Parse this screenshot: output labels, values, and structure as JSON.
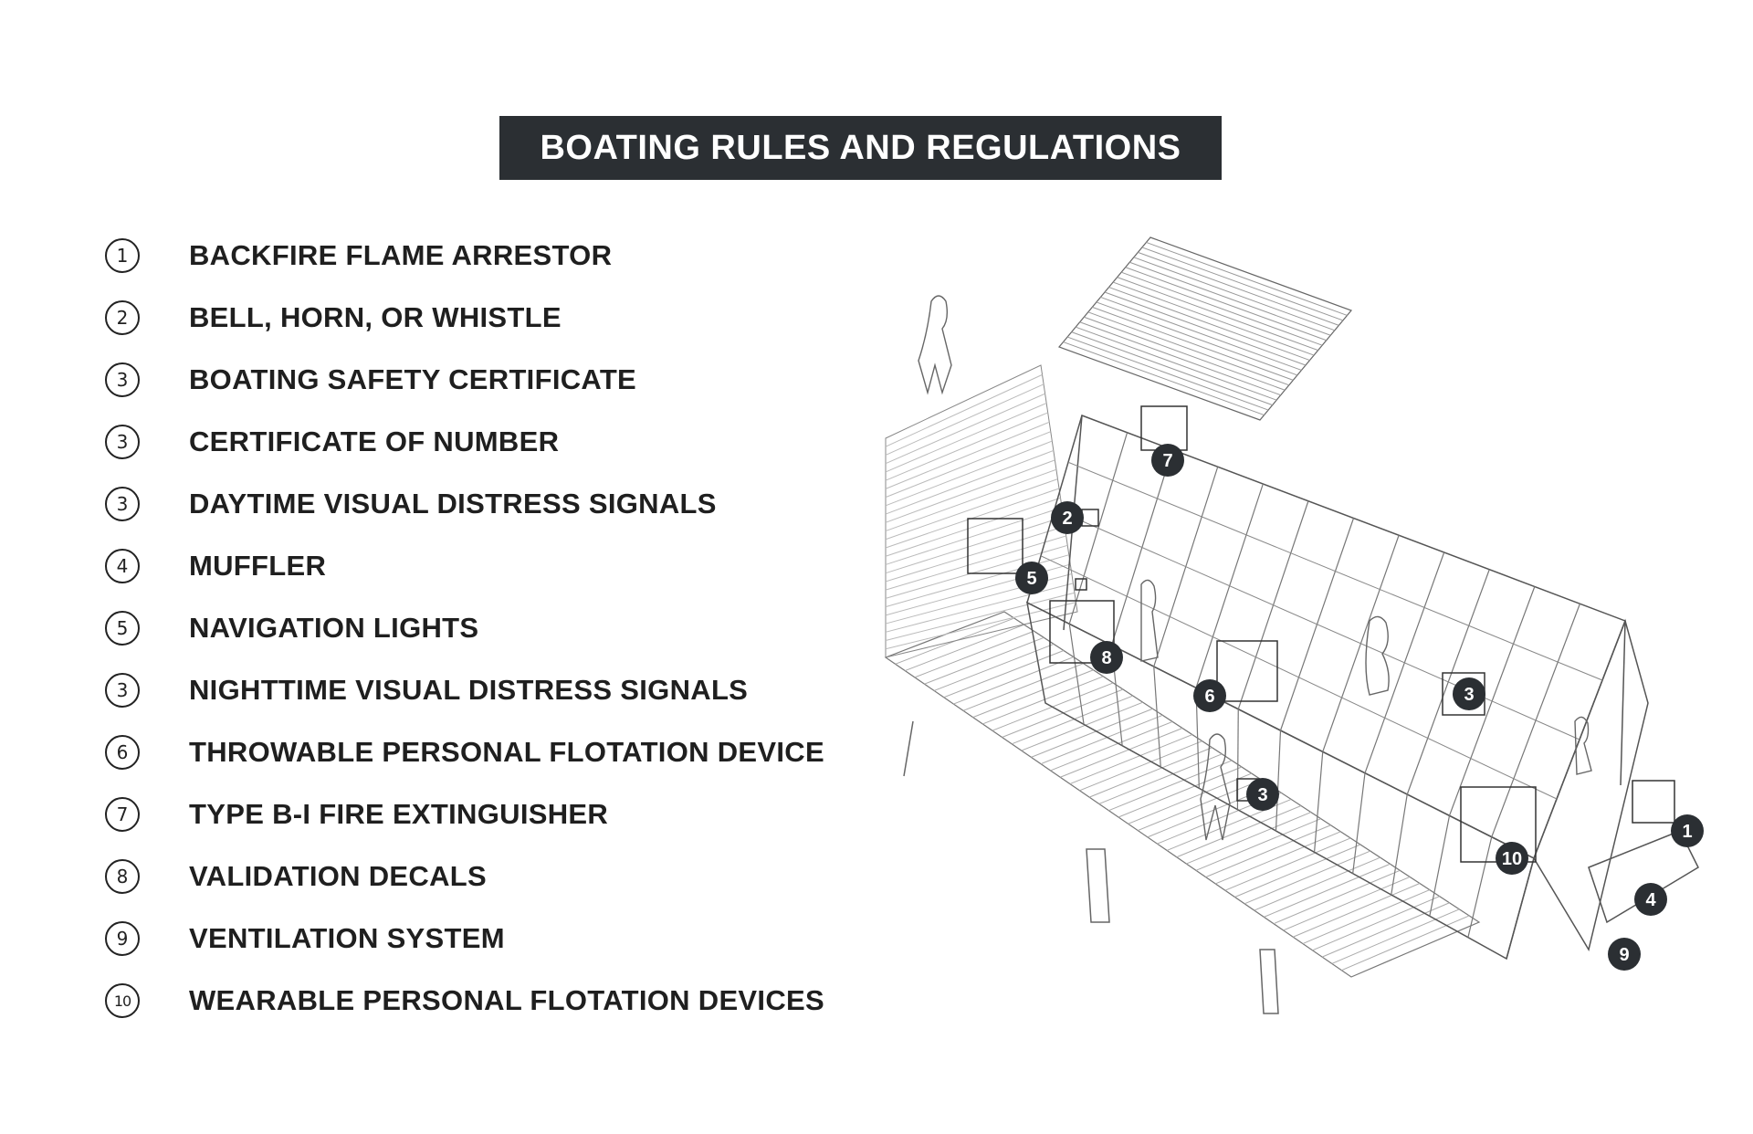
{
  "title": "BOATING RULES AND REGULATIONS",
  "legend": [
    {
      "num": "1",
      "label": "BACKFIRE FLAME ARRESTOR"
    },
    {
      "num": "2",
      "label": "BELL, HORN, OR WHISTLE"
    },
    {
      "num": "3",
      "label": "BOATING SAFETY CERTIFICATE"
    },
    {
      "num": "3",
      "label": "CERTIFICATE OF NUMBER"
    },
    {
      "num": "3",
      "label": "DAYTIME VISUAL DISTRESS SIGNALS"
    },
    {
      "num": "4",
      "label": "MUFFLER"
    },
    {
      "num": "5",
      "label": "NAVIGATION LIGHTS"
    },
    {
      "num": "3",
      "label": "NIGHTTIME VISUAL DISTRESS SIGNALS"
    },
    {
      "num": "6",
      "label": "THROWABLE PERSONAL FLOTATION DEVICE"
    },
    {
      "num": "7",
      "label": "TYPE B-I FIRE EXTINGUISHER"
    },
    {
      "num": "8",
      "label": "VALIDATION DECALS"
    },
    {
      "num": "9",
      "label": "VENTILATION SYSTEM"
    },
    {
      "num": "10",
      "label": "WEARABLE PERSONAL FLOTATION DEVICES"
    }
  ],
  "markers": [
    "7",
    "2",
    "5",
    "8",
    "6",
    "3",
    "3",
    "1",
    "10",
    "4",
    "9"
  ],
  "colors": {
    "title_bg": "#2b2f33",
    "title_text": "#ffffff",
    "marker_fill": "#2b2f33",
    "line": "#555555"
  }
}
